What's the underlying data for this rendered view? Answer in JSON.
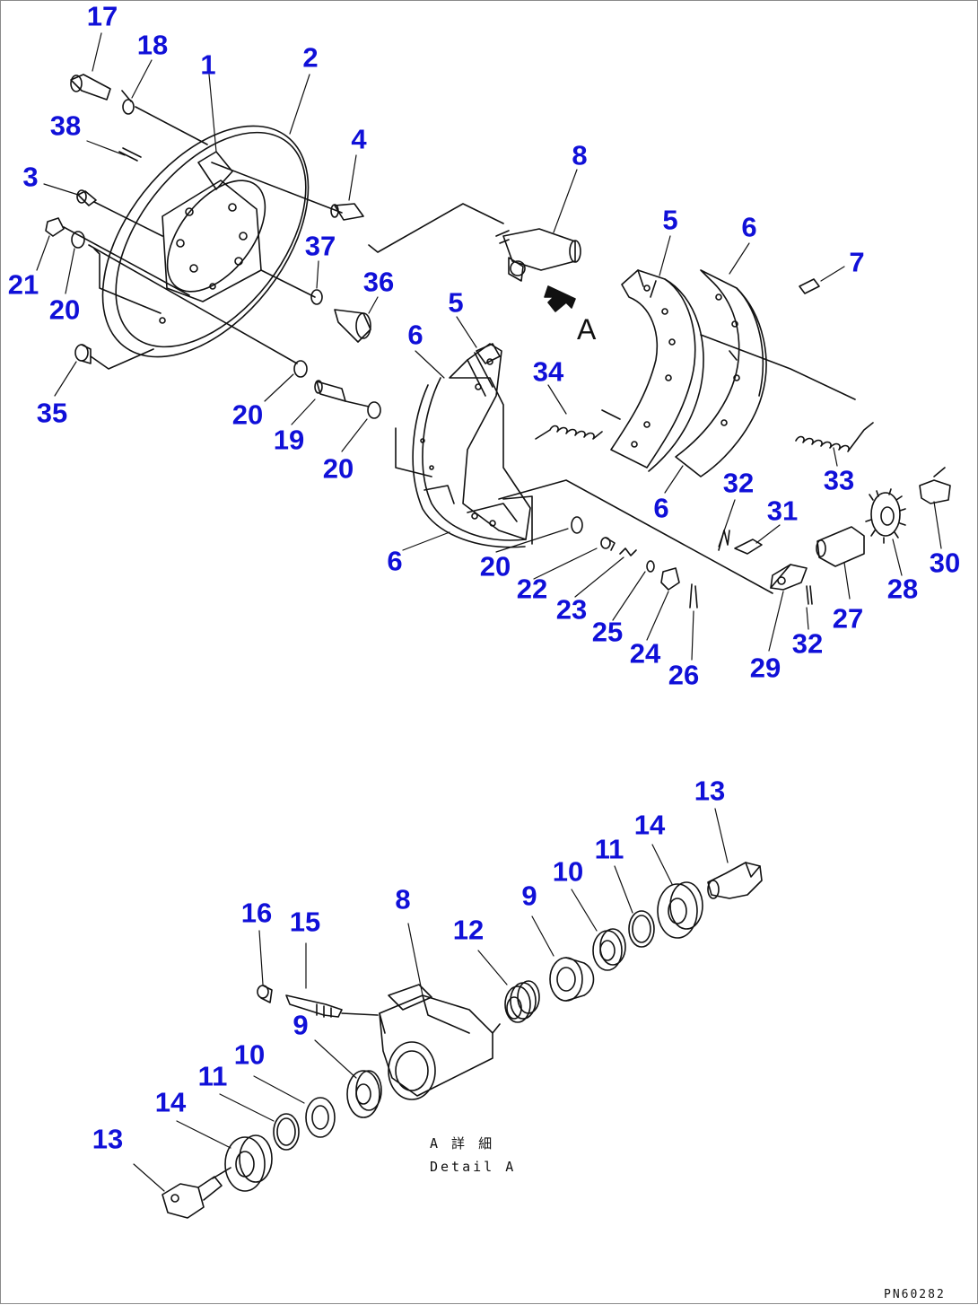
{
  "view_label": "A",
  "detail_caption_jp": "A 詳 細",
  "detail_caption_en": "Detail A",
  "drawing_code": "PN60282",
  "colors": {
    "callout": "#1010d8",
    "linework": "#111111"
  },
  "callouts": [
    "17",
    "18",
    "1",
    "2",
    "38",
    "4",
    "3",
    "37",
    "36",
    "21",
    "20",
    "35",
    "8",
    "5",
    "6",
    "7",
    "5",
    "6",
    "34",
    "20",
    "19",
    "20",
    "33",
    "6",
    "32",
    "31",
    "30",
    "6",
    "20",
    "22",
    "23",
    "25",
    "24",
    "26",
    "28",
    "27",
    "29",
    "32",
    "13",
    "14",
    "11",
    "10",
    "9",
    "12",
    "8",
    "16",
    "15",
    "9",
    "10",
    "11",
    "14",
    "13"
  ]
}
